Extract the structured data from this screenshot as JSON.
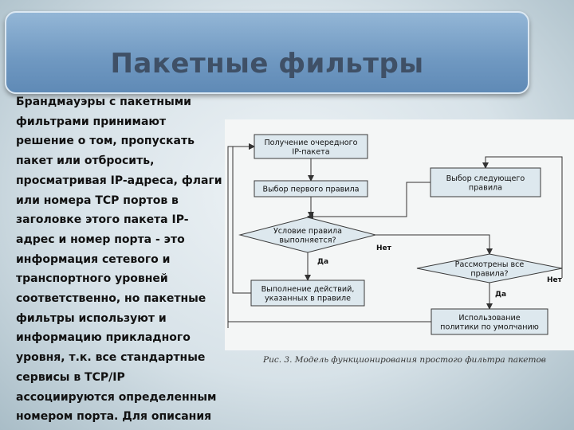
{
  "slide": {
    "title": "Пакетные фильтры",
    "body_text": "Брандмауэры с пакетными фильтрами принимают решение о том, пропускать пакет или отбросить, просматривая IP-адреса, флаги или номера TCP портов в заголовке этого пакета IP-адрес и номер порта - это информация сетевого и транспортного уровней соответственно, но пакетные фильтры используют и информацию прикладного уровня, т.к. все стандартные сервисы в TCP/IP ассоциируются определенным номером порта. Для описания правил прохождения пакетов"
  },
  "diagram": {
    "nodes": [
      {
        "id": "get",
        "shape": "rect",
        "lines": [
          "Получение очередного",
          "IP-пакета"
        ]
      },
      {
        "id": "first",
        "shape": "rect",
        "lines": [
          "Выбор первого правила"
        ]
      },
      {
        "id": "cond",
        "shape": "diamond",
        "lines": [
          "Условие правила",
          "выполняется?"
        ]
      },
      {
        "id": "exec",
        "shape": "rect",
        "lines": [
          "Выполнение действий,",
          "указанных в правиле"
        ]
      },
      {
        "id": "next",
        "shape": "rect",
        "lines": [
          "Выбор следующего",
          "правила"
        ]
      },
      {
        "id": "all",
        "shape": "diamond",
        "lines": [
          "Рассмотрены все",
          "правила?"
        ]
      },
      {
        "id": "default",
        "shape": "rect",
        "lines": [
          "Использование",
          "политики по умолчанию"
        ]
      }
    ],
    "edges": [
      {
        "from": "get",
        "to": "first",
        "label": ""
      },
      {
        "from": "first",
        "to": "cond",
        "label": ""
      },
      {
        "from": "cond",
        "to": "exec",
        "label": "Да"
      },
      {
        "from": "cond",
        "to": "all",
        "label": "Нет"
      },
      {
        "from": "all",
        "to": "default",
        "label": "Да"
      },
      {
        "from": "all",
        "to": "next",
        "label": "Нет"
      },
      {
        "from": "next",
        "to": "cond",
        "label": ""
      },
      {
        "from": "exec",
        "to": "get",
        "label": ""
      },
      {
        "from": "default",
        "to": "get",
        "label": ""
      }
    ],
    "caption": "Рис. 3. Модель функционирования простого фильтра пакетов"
  }
}
